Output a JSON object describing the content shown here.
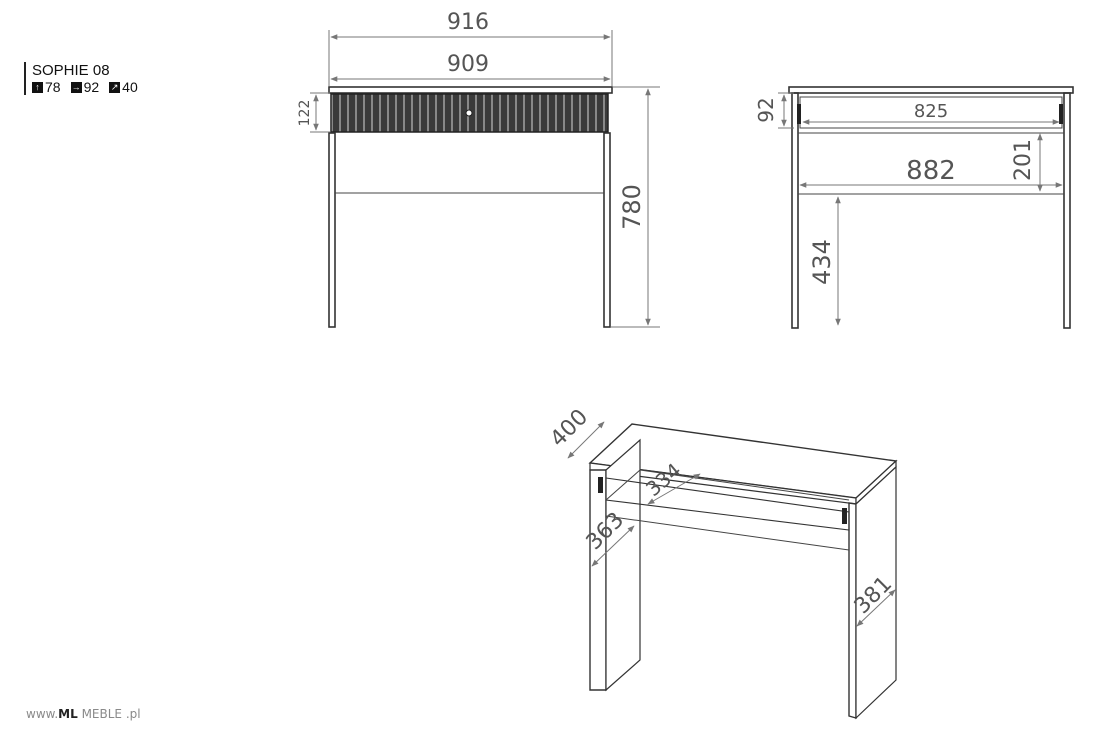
{
  "product": {
    "name": "SOPHIE 08",
    "height": "78",
    "width": "92",
    "depth": "40"
  },
  "dimensions": {
    "front_total_width": "916",
    "front_top_width": "909",
    "drawer_front_height": "122",
    "total_height": "780",
    "drawer_inner_height": "92",
    "drawer_inner_width": "825",
    "inner_width": "882",
    "drawer_box_height": "201",
    "leg_height": "434",
    "depth": "400",
    "drawer_depth": "334",
    "side_depth": "363",
    "side_depth_lower": "381"
  },
  "footer": {
    "prefix": "www.",
    "brand": "ML",
    "suffix": " MEBLE .pl"
  },
  "colors": {
    "line": "#333333",
    "dimension": "#777777",
    "text": "#555555"
  }
}
